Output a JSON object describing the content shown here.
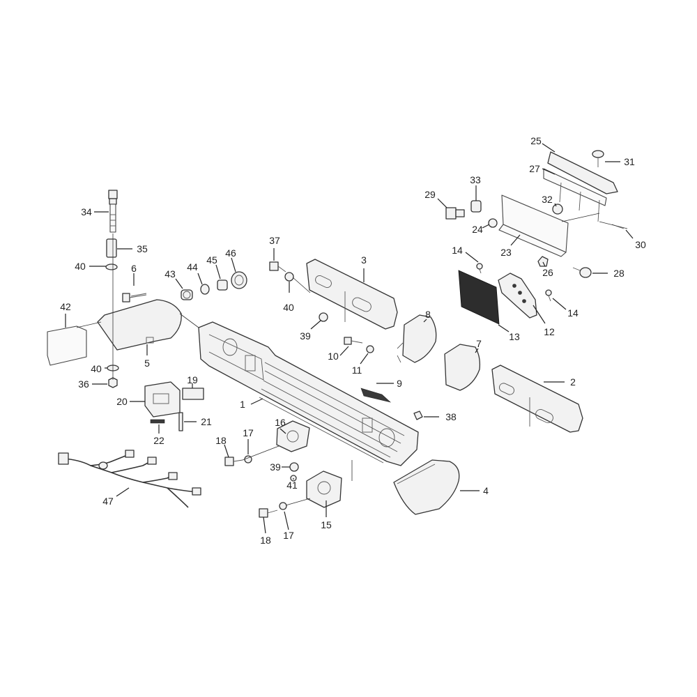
{
  "diagram": {
    "type": "exploded-parts-view",
    "callouts": [
      {
        "id": "c1",
        "label": "1"
      },
      {
        "id": "c2",
        "label": "2"
      },
      {
        "id": "c3",
        "label": "3"
      },
      {
        "id": "c4",
        "label": "4"
      },
      {
        "id": "c5",
        "label": "5"
      },
      {
        "id": "c6",
        "label": "6"
      },
      {
        "id": "c7",
        "label": "7"
      },
      {
        "id": "c8",
        "label": "8"
      },
      {
        "id": "c9",
        "label": "9"
      },
      {
        "id": "c10",
        "label": "10"
      },
      {
        "id": "c11",
        "label": "11"
      },
      {
        "id": "c12",
        "label": "12"
      },
      {
        "id": "c13",
        "label": "13"
      },
      {
        "id": "c14a",
        "label": "14"
      },
      {
        "id": "c14b",
        "label": "14"
      },
      {
        "id": "c15",
        "label": "15"
      },
      {
        "id": "c16",
        "label": "16"
      },
      {
        "id": "c17a",
        "label": "17"
      },
      {
        "id": "c17b",
        "label": "17"
      },
      {
        "id": "c18a",
        "label": "18"
      },
      {
        "id": "c18b",
        "label": "18"
      },
      {
        "id": "c19",
        "label": "19"
      },
      {
        "id": "c20",
        "label": "20"
      },
      {
        "id": "c21",
        "label": "21"
      },
      {
        "id": "c22",
        "label": "22"
      },
      {
        "id": "c23",
        "label": "23"
      },
      {
        "id": "c24",
        "label": "24"
      },
      {
        "id": "c25",
        "label": "25"
      },
      {
        "id": "c26",
        "label": "26"
      },
      {
        "id": "c27",
        "label": "27"
      },
      {
        "id": "c28",
        "label": "28"
      },
      {
        "id": "c29",
        "label": "29"
      },
      {
        "id": "c30",
        "label": "30"
      },
      {
        "id": "c31",
        "label": "31"
      },
      {
        "id": "c32",
        "label": "32"
      },
      {
        "id": "c33",
        "label": "33"
      },
      {
        "id": "c34",
        "label": "34"
      },
      {
        "id": "c35",
        "label": "35"
      },
      {
        "id": "c36",
        "label": "36"
      },
      {
        "id": "c37",
        "label": "37"
      },
      {
        "id": "c38",
        "label": "38"
      },
      {
        "id": "c39a",
        "label": "39"
      },
      {
        "id": "c39b",
        "label": "39"
      },
      {
        "id": "c40a",
        "label": "40"
      },
      {
        "id": "c40b",
        "label": "40"
      },
      {
        "id": "c40c",
        "label": "40"
      },
      {
        "id": "c41",
        "label": "41"
      },
      {
        "id": "c42",
        "label": "42"
      },
      {
        "id": "c43",
        "label": "43"
      },
      {
        "id": "c44",
        "label": "44"
      },
      {
        "id": "c45",
        "label": "45"
      },
      {
        "id": "c46",
        "label": "46"
      },
      {
        "id": "c47",
        "label": "47"
      }
    ]
  }
}
